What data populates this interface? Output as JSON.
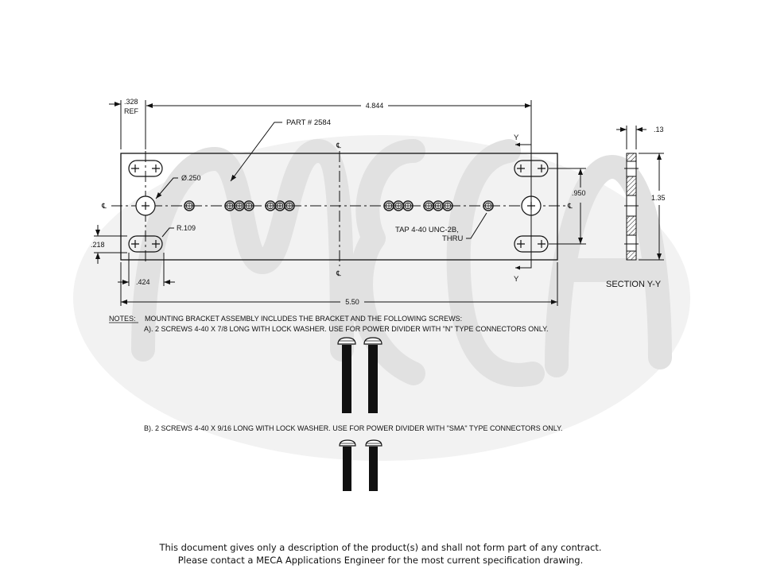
{
  "drawing": {
    "part_label": "PART # 2584",
    "dimensions": {
      "ref_offset": ".328",
      "ref_label": "REF",
      "hole_spacing": "4.844",
      "overall_length": "5.50",
      "hole_diameter": "Ø.250",
      "slot_radius": "R.109",
      "slot_height": ".218",
      "slot_width": ".424",
      "slot_vertical_spacing": ".950",
      "section_thickness": ".13",
      "section_height": "1.35"
    },
    "tap_callout_line1": "TAP 4-40 UNC-2B,",
    "tap_callout_line2": "THRU",
    "centerline_symbol": "℄",
    "section_marker": "Y",
    "section_title": "SECTION Y-Y"
  },
  "notes": {
    "heading": "NOTES:",
    "intro": "MOUNTING BRACKET ASSEMBLY INCLUDES THE BRACKET AND THE FOLLOWING SCREWS:",
    "item_a": "A). 2 SCREWS 4-40 X 7/8 LONG WITH LOCK WASHER. USE FOR POWER DIVIDER WITH \"N\" TYPE CONNECTORS ONLY.",
    "item_b": "B). 2 SCREWS 4-40 X 9/16 LONG WITH LOCK WASHER. USE FOR POWER DIVIDER WITH \"SMA\" TYPE CONNECTORS ONLY."
  },
  "watermark": {
    "text": "MECA",
    "color": "#e6e6e6"
  },
  "disclaimer": {
    "line1": "This document gives only a description of the product(s) and shall not form part of any contract.",
    "line2": "Please contact a MECA Applications Engineer for the most current specification drawing."
  }
}
